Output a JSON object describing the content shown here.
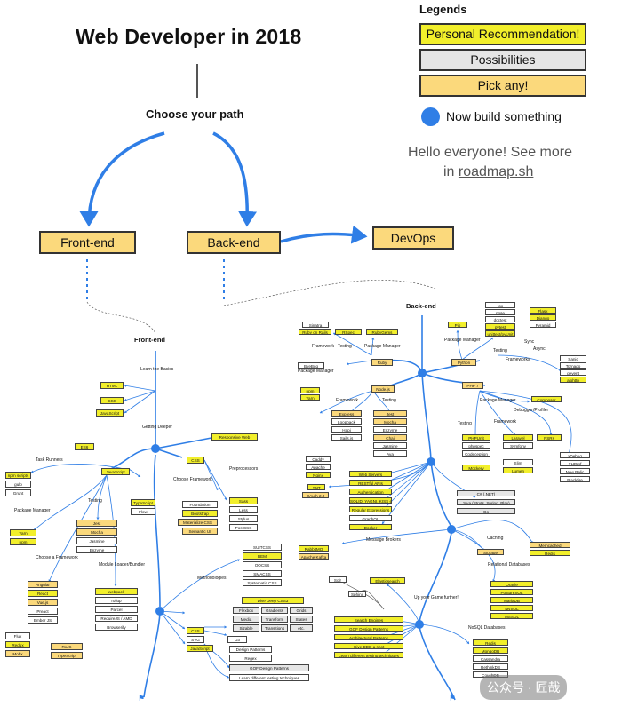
{
  "title": "Web Developer in 2018",
  "choose_path": "Choose your path",
  "paths": {
    "frontend": "Front-end",
    "backend": "Back-end",
    "devops": "DevOps"
  },
  "legend": {
    "title": "Legends",
    "personal": "Personal Recommendation!",
    "possibilities": "Possibilities",
    "pick_any": "Pick any!",
    "build": "Now build something",
    "colors": {
      "personal": "#f2ef2b",
      "possibilities": "#e6e6e6",
      "pick_any": "#fbd97c",
      "dot": "#2f7ee6"
    }
  },
  "hello": {
    "line1": "Hello everyone! See more",
    "prefix": "in ",
    "link": "roadmap.sh"
  },
  "frontend_map": {
    "header": "Front-end",
    "labels": {
      "basics": "Learn the Basics",
      "deeper": "Getting Deeper",
      "task_runners": "Task Runners",
      "pkg_mgr": "Package Manager",
      "testing": "Testing",
      "frameworks": "Choose a Framework",
      "bundler": "Module Loader/Bundler",
      "choose_fw": "Choose Framework",
      "preprocessors": "Preprocessors",
      "methodologies": "Methodologies"
    },
    "nodes": {
      "html": "HTML",
      "css": "CSS",
      "javascript": "JavaScript",
      "es6": "ES6",
      "js2": "JavaScript",
      "npm_scripts": "npm scripts",
      "gulp": "gulp",
      "grunt": "Grunt",
      "typescript": "TypeScript",
      "flow": "Flow",
      "yarn": "Yarn",
      "npm": "npm",
      "jest": "Jest",
      "mocha": "Mocha",
      "jasmine": "Jasmine",
      "enzyme": "Enzyme",
      "angular": "Angular",
      "react": "React",
      "vuejs": "Vue.js",
      "preact": "Preact",
      "ember": "Ember JS",
      "flux": "Flux",
      "redux": "Redux",
      "mobx": "Mobx",
      "rxjs": "RxJS",
      "ts2": "TypeScript",
      "webpack": "webpack",
      "rollup": "rollup",
      "parcel": "Parcel",
      "requirejs": "RequireJS / AMD",
      "browserify": "Browserify",
      "css2": "CSS",
      "responsive": "Responsive Web",
      "foundation": "Foundation",
      "bootstrap": "Bootstrap",
      "materialize": "Materialize CSS",
      "semantic": "Semantic UI",
      "sass": "Sass",
      "less": "Less",
      "stylus": "Stylus",
      "postcss": "PostCSS",
      "suitcss": "SUITCSS",
      "bem": "BEM",
      "oocss": "OOCSS",
      "smacss": "SMACSS",
      "systematic": "Systematic CSS",
      "css3": "CSS",
      "svg": "SVG",
      "js3": "JavaScript",
      "deepdive": "Dive Deep CSS3",
      "flexbox": "Flexbox",
      "gradients": "Gradients",
      "grids": "Grids",
      "media": "Media",
      "transform": "Transform",
      "states": "States",
      "sizable": "Sizable",
      "transitions": "Transitions",
      "etc": "etc.",
      "d3": "D3",
      "design_patterns": "Design Patterns",
      "regex": "Regex",
      "gof": "GOF Design Patterns",
      "learn_tech": "Learn different testing techniques"
    }
  },
  "backend_map": {
    "header": "Back-end",
    "labels": {
      "framework": "Framework",
      "testing": "Testing",
      "pkg_mgr": "Package Manager",
      "async": "Async",
      "frameworks": "Frameworks",
      "sync": "Sync",
      "debugger": "Debugger/Profiler",
      "msg_broker": "Message Brokers",
      "caching": "Caching",
      "relational": "Relational Databases",
      "nosql": "NoSQL Databases",
      "up_game": "Up your Game further!"
    },
    "nodes": {
      "sinatra": "Sinatra",
      "rubyonrails": "Ruby on Rails",
      "rspec": "RSpec",
      "rubygems": "RubyGems",
      "ruby": "Ruby",
      "bybug": "ByeBug",
      "pip": "Pip",
      "python": "Python",
      "tox": "tox",
      "nose": "nose",
      "doctest": "doctest",
      "pytest": "pytest",
      "unittest": "unittest/pyUnit",
      "flask": "Flask",
      "django": "Django",
      "pyramid": "Pyramid",
      "sanic": "Sanic",
      "tornado": "Tornado",
      "gevent": "gevent",
      "aiohttp": "aiohttp",
      "nodejs": "Node.js",
      "npm": "npm",
      "yarn": "Yarn",
      "express": "Express",
      "loopback": "Loopback",
      "hapi": "Hapi",
      "sailsjs": "Sails.js",
      "jest": "Jest",
      "mocha": "Mocha",
      "enzyme": "Enzyme",
      "chai": "Chai",
      "jasmine": "Jasmine",
      "ava": "Ava",
      "php": "PHP 7",
      "composer": "Composer",
      "phpunit": "PHPUnit",
      "phpspec": "phpspec",
      "codeception": "Codeception",
      "mockery": "Mockery",
      "laravel": "Laravel",
      "symfony": "Symfony",
      "slim": "Slim",
      "lumen": "Lumen",
      "psr": "PSRs",
      "xdebug": "xDebug",
      "xhprof": "XHProf",
      "newrelic": "New Relic",
      "blackfire": "Blackfire",
      "caddy": "Caddy",
      "apache": "Apache",
      "nginx": "Nginx",
      "jwt": "JWT",
      "oauth": "OAuth 2.0",
      "webservers": "Web Servers",
      "restful": "RESTful APIs",
      "auth": "Authentication",
      "solid": "SOLID, YAGNI, KISS etc.",
      "regex": "Regular Expressions",
      "graphql": "GraphQL",
      "docker": "Docker",
      "csharp": "C# (.NET)",
      "java": "Java (Struts, Spring, Play)",
      "go": "Go",
      "rabbitmq": "RabbitMQ",
      "kafka": "Apache Kafka",
      "memcached": "Memcached",
      "redis_cache": "Redis",
      "storage": "Storage",
      "oracle": "Oracle",
      "postgresql": "PostgreSQL",
      "mariadb": "MariaDB",
      "mysql": "MySQL",
      "mssql": "MSSQL",
      "redis": "Redis",
      "mongodb": "MongoDB",
      "cassandra": "Cassandra",
      "rethinkdb": "RethinkDB",
      "couchdb": "CouchDB",
      "solr": "Solr",
      "sphinx": "Sphinx",
      "elasticsearch": "Elasticsearch",
      "search": "Search Engines",
      "gof": "GOF Design Patterns",
      "arch": "Architectural Patterns",
      "ddd": "Give DDD a shot",
      "testing_tech": "Learn different testing techniques"
    }
  },
  "watermark": "公众号 · 匠哉"
}
